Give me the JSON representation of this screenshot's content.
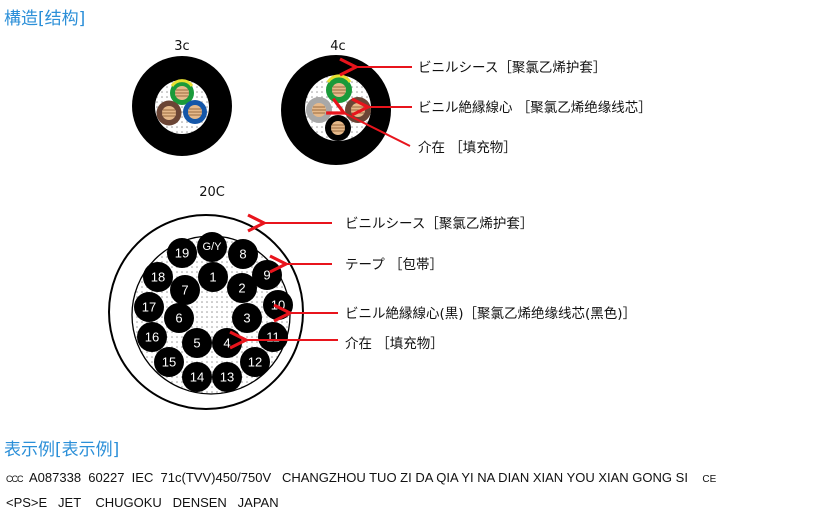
{
  "headings": {
    "structure": "構造[结构]",
    "marking": "表示例[表示例]"
  },
  "small_cables": {
    "c3": "3c",
    "c4": "4c"
  },
  "labels_4c": {
    "sheath": "ビニルシース［聚氯乙烯护套］",
    "insulated_core": "ビニル絶縁線心 ［聚氯乙烯绝缘线芯］",
    "filler": "介在 ［填充物］"
  },
  "cable_20c": {
    "title": "20C",
    "cores": [
      "G/Y",
      "1",
      "2",
      "3",
      "4",
      "5",
      "6",
      "7",
      "8",
      "9",
      "10",
      "11",
      "12",
      "13",
      "14",
      "15",
      "16",
      "17",
      "18",
      "19"
    ]
  },
  "labels_20c": {
    "sheath": "ビニルシース［聚氯乙烯护套］",
    "tape": "テープ ［包帯］",
    "insulated_core": "ビニル絶縁線心(黒)［聚氯乙烯绝缘线芯(黑色)］",
    "filler": "介在 ［填充物］"
  },
  "marking": {
    "line1_prefix": "CCC",
    "line1": "A087338  60227  IEC  71c(TVV)450/750V   CHANGZHOU TUO ZI DA QIA YI NA DIAN XIAN YOU XIAN GONG SI",
    "line1_suffix": "CE",
    "line2": "<PS>E   JET    CHUGOKU   DENSEN   JAPAN"
  },
  "colors": {
    "heading": "#2b8fd8",
    "arrow": "#e8141c",
    "green": "#1a9a3a",
    "brown": "#6b4535",
    "blue": "#1456a8",
    "gray": "#a8a8a8",
    "copper": "#e6b98a"
  }
}
